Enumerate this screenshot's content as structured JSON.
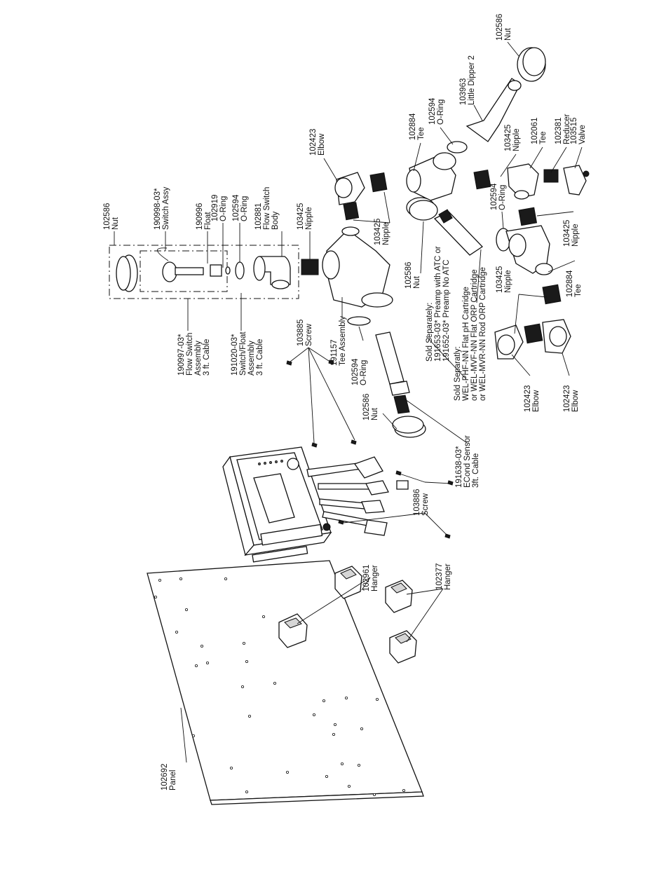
{
  "labels": {
    "nut_top_right": [
      "102586",
      "Nut"
    ],
    "little_dipper": [
      "103963",
      "Little Dipper 2"
    ],
    "oring_top": [
      "102594",
      "O-Ring"
    ],
    "tee_top": [
      "102884",
      "Tee"
    ],
    "nipple_right_upper": [
      "103425",
      "Nipple"
    ],
    "tee_right": [
      "102061",
      "Tee"
    ],
    "reducer": [
      "102381",
      "Reducer"
    ],
    "valve": [
      "103515",
      "Valve"
    ],
    "elbow_top": [
      "102423",
      "Elbow"
    ],
    "nipple_mid": [
      "103425",
      "Nipple"
    ],
    "nut_mid": [
      "102586",
      "Nut"
    ],
    "oring_right": [
      "102594",
      "O-Ring"
    ],
    "nipple_right_lower": [
      "103425",
      "Nipple"
    ],
    "nipple_lower": [
      "103425",
      "Nipple"
    ],
    "tee_lower": [
      "102884",
      "Tee"
    ],
    "elbow_lower_left": [
      "102423",
      "Elbow"
    ],
    "elbow_lower_right": [
      "102423",
      "Elbow"
    ],
    "nut_box": [
      "102586",
      "Nut"
    ],
    "switch_assy": [
      "190998-03*",
      "Switch Assy"
    ],
    "float": [
      "190996",
      "Float"
    ],
    "oring_small": [
      "102919",
      "O-Ring"
    ],
    "oring_box": [
      "102594",
      "O-Ring"
    ],
    "flow_switch_body": [
      "102881",
      "Flow Switch",
      "Body"
    ],
    "nipple_center": [
      "103425",
      "Nipple"
    ],
    "flow_switch_assembly": [
      "190997-03*",
      "Flow Switch",
      "Assembly",
      "3 ft. Cable"
    ],
    "switch_float_assembly": [
      "191020-03*",
      "Switch/Float",
      "Assembly",
      "3 ft. Cable"
    ],
    "screw_top": [
      "103885",
      "Screw"
    ],
    "tee_assembly": [
      "191157",
      "Tee Assembly"
    ],
    "oring_center": [
      "102594",
      "O-Ring"
    ],
    "nut_center": [
      "102586",
      "Nut"
    ],
    "econd_sensor": [
      "191638-03*",
      "ECond Sensor",
      "3ft. Cable"
    ],
    "screw_bottom": [
      "103886",
      "Screw"
    ],
    "hanger_left": [
      "102961",
      "Hanger"
    ],
    "hanger_right": [
      "102377",
      "Hanger"
    ],
    "panel": [
      "102692",
      "Panel"
    ]
  },
  "notes": {
    "preamp": [
      "Sold Separately:",
      "191653-03* Preamp with ATC or",
      "191652-03* Preamp No ATC"
    ],
    "cartridge": [
      "Sold Separatly:",
      "WEL-PHF-NN Flat pH Cartridge",
      "or WEL-MVF-NN Flat ORP Cartridge",
      "or WEL-MVR-NN Rod ORP Cartridge"
    ]
  }
}
